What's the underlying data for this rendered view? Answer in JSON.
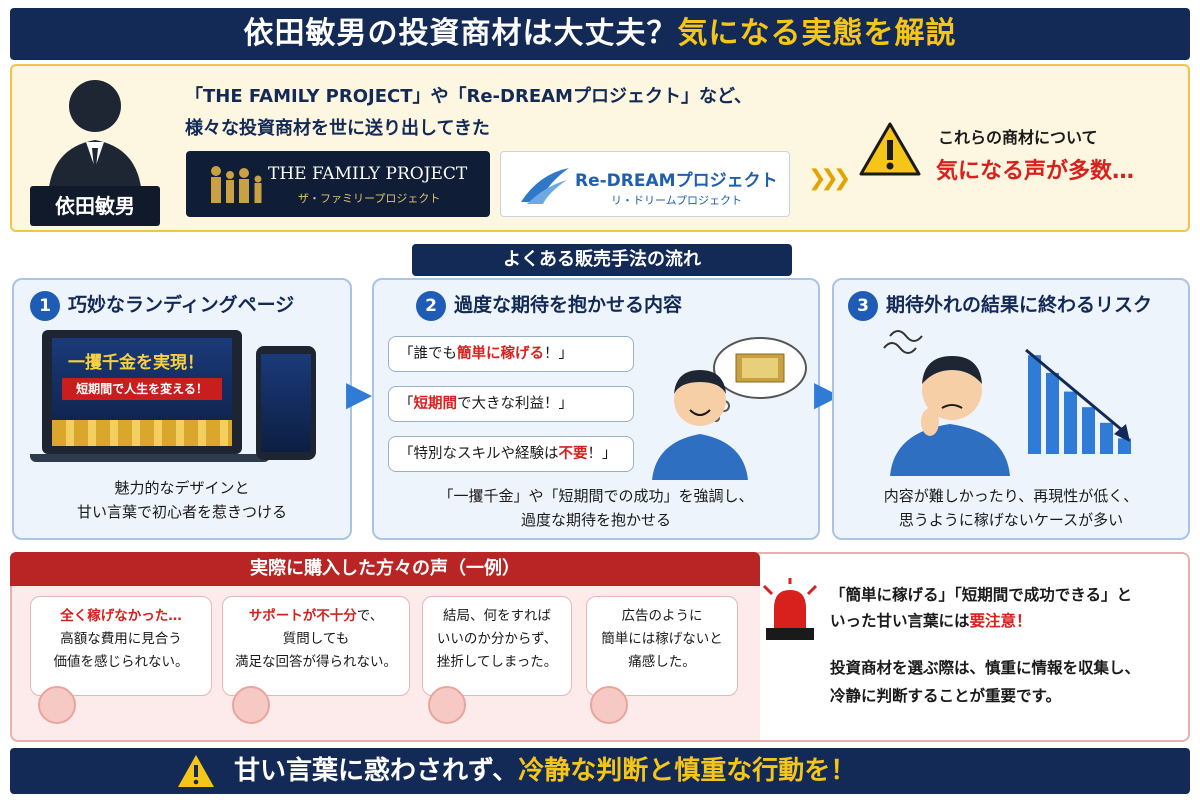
{
  "title": {
    "main": "依田敏男の投資商材は大丈夫？",
    "highlight": "気になる実態を解説"
  },
  "intro": {
    "person_label": "依田敏男",
    "line1": "「THE FAMILY PROJECT」や「Re-DREAMプロジェクト」など、",
    "line2": "様々な投資商材を世に送り出してきた",
    "logo1_title": "THE FAMILY PROJECT",
    "logo1_sub": "ザ・ファミリープロジェクト",
    "logo2_title": "Re-DREAMプロジェクト",
    "logo2_sub": "リ・ドリームプロジェクト",
    "alert_line1": "これらの商材について",
    "alert_line2": "気になる声が多数…"
  },
  "flow": {
    "heading": "よくある販売手法の流れ",
    "step1": {
      "num": "1",
      "title": "巧妙なランディングページ",
      "screen1": "一攫千金を実現！",
      "screen2": "短期間で人生を変える！",
      "desc1": "魅力的なデザインと",
      "desc2": "甘い言葉で初心者を惹きつける"
    },
    "step2": {
      "num": "2",
      "title": "過度な期待を抱かせる内容",
      "b1a": "「誰でも",
      "b1b": "簡単に稼げる",
      "b1c": "！」",
      "b2a": "「",
      "b2b": "短期間",
      "b2c": "で大きな利益！」",
      "b3a": "「特別なスキルや経験は",
      "b3b": "不要",
      "b3c": "！」",
      "desc1": "「一攫千金」や「短期間での成功」を強調し、",
      "desc2": "過度な期待を抱かせる"
    },
    "step3": {
      "num": "3",
      "title": "期待外れの結果に終わるリスク",
      "desc1": "内容が難しかったり、再現性が低く、",
      "desc2": "思うように稼げないケースが多い",
      "bars": [
        0.95,
        0.78,
        0.6,
        0.45,
        0.3,
        0.15
      ]
    }
  },
  "voices": {
    "heading": "実際に購入した方々の声（一例）",
    "v1": {
      "hl": "全く稼げなかった…",
      "l2": "高額な費用に見合う",
      "l3": "価値を感じられない。"
    },
    "v2": {
      "hl": "サポートが不十分",
      "hlsuffix": "で、",
      "l2": "質問しても",
      "l3": "満足な回答が得られない。"
    },
    "v3": {
      "l1": "結局、何をすれば",
      "l2": "いいのか分からず、",
      "l3": "挫折してしまった。"
    },
    "v4": {
      "l1": "広告のように",
      "l2": "簡単には稼げないと",
      "l3": "痛感した。"
    }
  },
  "warning": {
    "l1": "「簡単に稼げる」「短期間で成功できる」と",
    "l2a": "いった甘い言葉には",
    "l2b": "要注意！",
    "l3": "投資商材を選ぶ際は、慎重に情報を収集し、",
    "l4": "冷静に判断することが重要です。"
  },
  "footer": {
    "main": "甘い言葉に惑わされず、",
    "highlight": "冷静な判断と慎重な行動を！"
  },
  "colors": {
    "navy": "#132a57",
    "accent": "#f5c518",
    "alert_red": "#d8201c",
    "blue": "#1f5cb5"
  }
}
